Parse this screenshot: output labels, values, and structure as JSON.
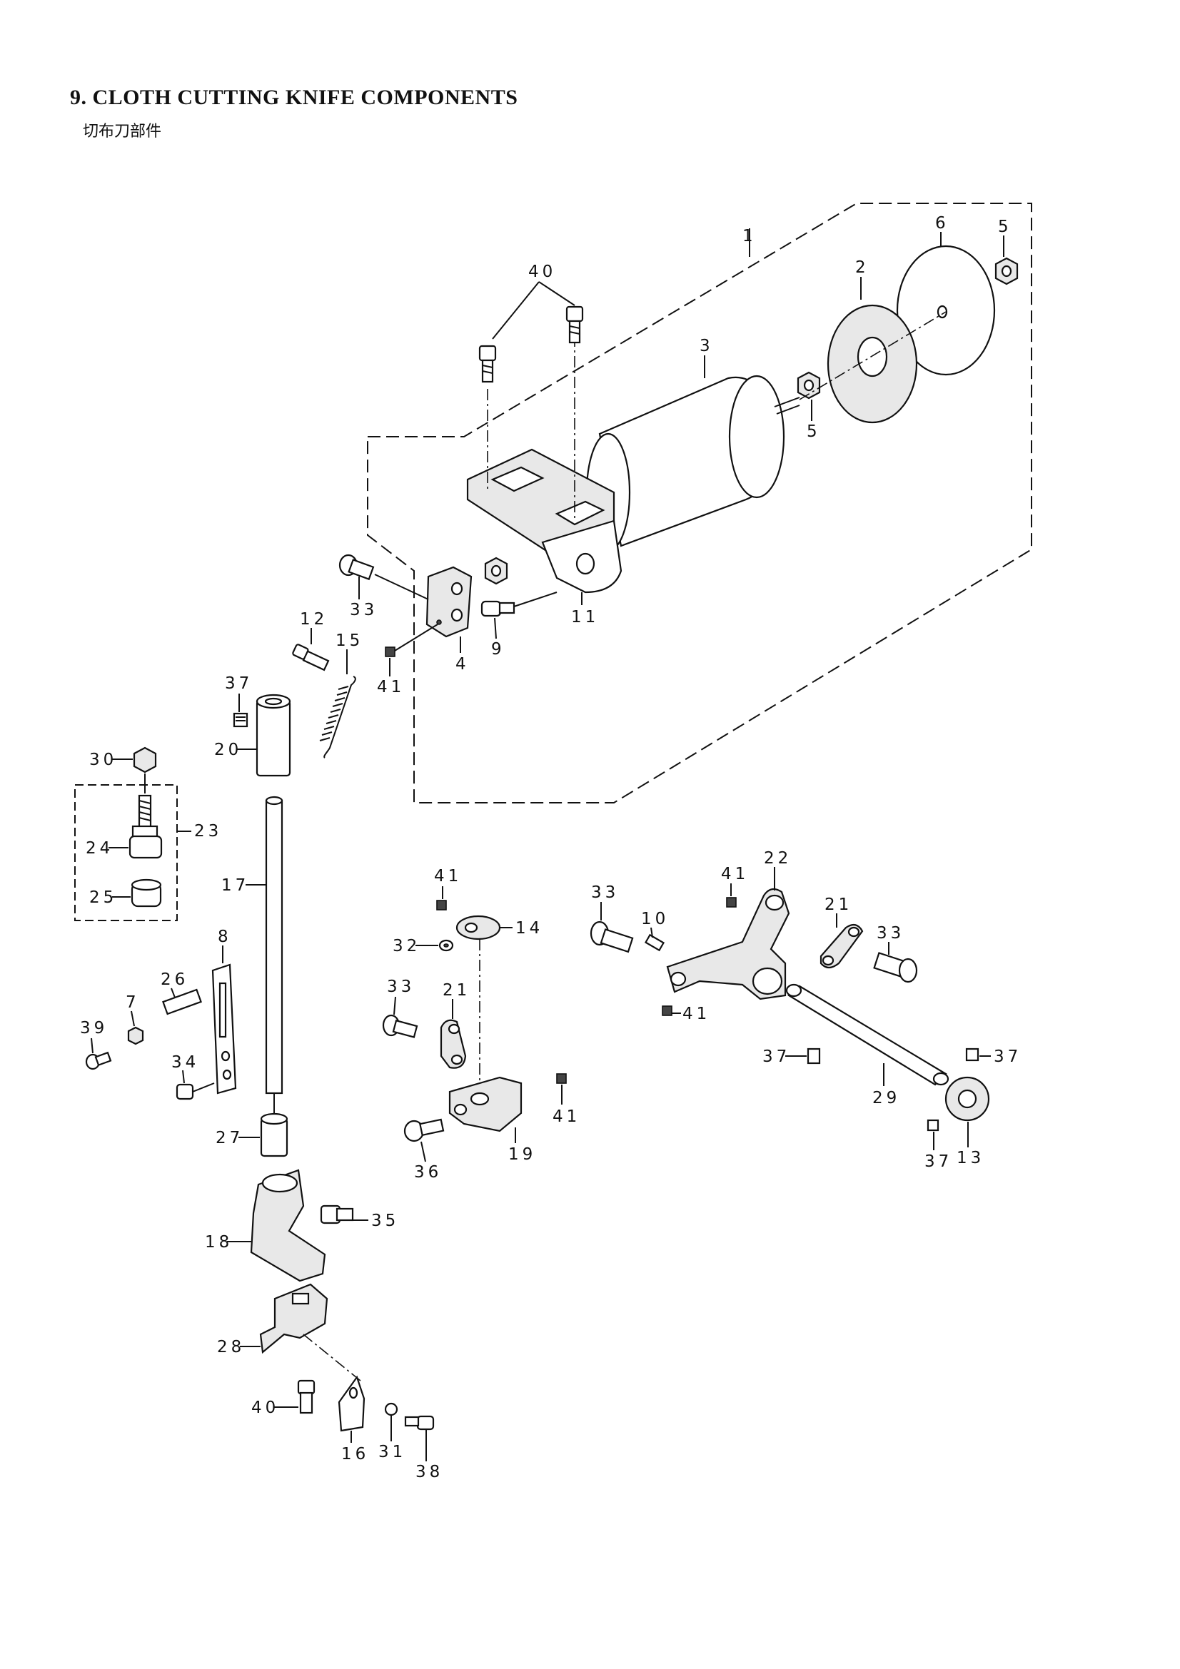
{
  "header": {
    "title": "9. CLOTH CUTTING KNIFE COMPONENTS",
    "subtitle": "切布刀部件"
  },
  "part_labels": {
    "p1": "1",
    "p2": "2",
    "p3": "3",
    "p4": "4",
    "p5a": "5",
    "p5b": "5",
    "p6": "6",
    "p7": "7",
    "p8": "8",
    "p9": "9",
    "p10": "10",
    "p11": "11",
    "p12": "12",
    "p13": "13",
    "p14": "14",
    "p15": "15",
    "p16": "16",
    "p17": "17",
    "p18": "18",
    "p19": "19",
    "p20": "20",
    "p21a": "21",
    "p21b": "21",
    "p22": "22",
    "p23": "23",
    "p24": "24",
    "p25": "25",
    "p26": "26",
    "p27": "27",
    "p28": "28",
    "p29": "29",
    "p30": "30",
    "p31": "31",
    "p32": "32",
    "p33a": "33",
    "p33b": "33",
    "p33c": "33",
    "p33d": "33",
    "p34": "34",
    "p35": "35",
    "p36": "36",
    "p37a": "37",
    "p37b": "37",
    "p37c": "37",
    "p37d": "37",
    "p38": "38",
    "p39": "39",
    "p40a": "40",
    "p40b": "40",
    "p41a": "41",
    "p41b": "41",
    "p41c": "41",
    "p41d": "41"
  }
}
